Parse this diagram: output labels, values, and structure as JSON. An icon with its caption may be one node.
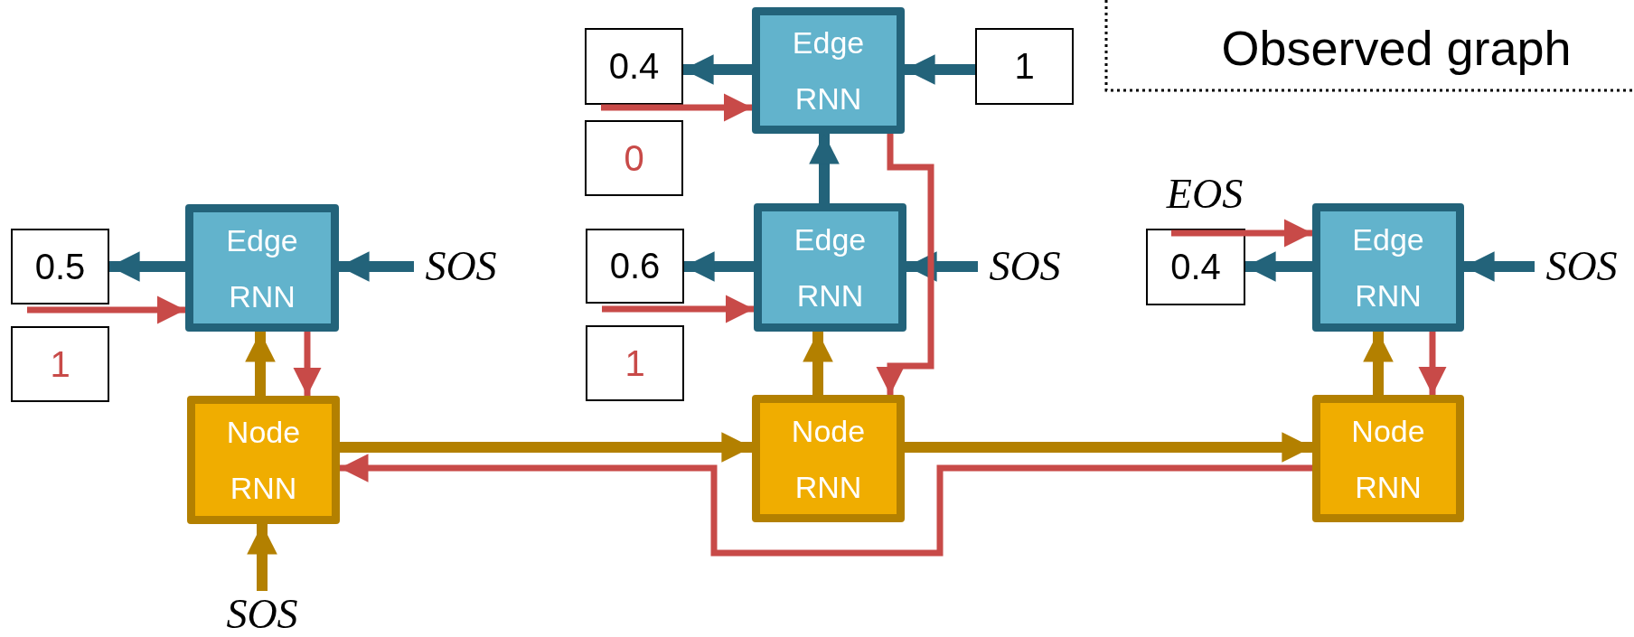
{
  "diagram": {
    "title": "Observed graph",
    "nodes": [
      {
        "text": [
          "Edge RNN"
        ]
      },
      {
        "text": [
          "0.4"
        ]
      },
      {
        "text": [
          "1"
        ]
      },
      {
        "text": [
          "0"
        ]
      },
      {
        "text": [
          "EOS"
        ]
      },
      {
        "text": [
          "Edge RNN"
        ]
      },
      {
        "text": [
          "0.5"
        ]
      },
      {
        "text": [
          "SOS"
        ]
      },
      {
        "text": [
          "0.6"
        ]
      },
      {
        "text": [
          "Edge RNN"
        ]
      },
      {
        "text": [
          "SOS"
        ]
      },
      {
        "text": [
          "0.4"
        ]
      },
      {
        "text": [
          "Edge RNN"
        ]
      },
      {
        "text": [
          "SOS"
        ]
      },
      {
        "text": [
          "1"
        ]
      },
      {
        "text": [
          "1"
        ]
      },
      {
        "text": [
          "Node RNN"
        ]
      },
      {
        "text": [
          "Node RNN"
        ]
      },
      {
        "text": [
          "Node RNN"
        ]
      },
      {
        "text": [
          "SOS"
        ]
      }
    ],
    "edges": [
      {
        "from": 5,
        "to": 6,
        "arrow": "to"
      },
      {
        "from": 7,
        "to": 5,
        "arrow": "to"
      },
      {
        "from": 0,
        "to": 1,
        "arrow": "to"
      },
      {
        "from": 2,
        "to": 0,
        "arrow": "to"
      },
      {
        "from": 9,
        "to": 0,
        "arrow": "to"
      },
      {
        "from": 9,
        "to": 8,
        "arrow": "to"
      },
      {
        "from": 10,
        "to": 9,
        "arrow": "to"
      },
      {
        "from": 12,
        "to": 11,
        "arrow": "to"
      },
      {
        "from": 13,
        "to": 12,
        "arrow": "to"
      },
      {
        "from": 16,
        "to": 5,
        "arrow": "to",
        "color": "#b38000"
      },
      {
        "from": 19,
        "to": 16,
        "arrow": "to",
        "color": "#b38000"
      },
      {
        "from": 17,
        "to": 9,
        "arrow": "to",
        "color": "#b38000"
      },
      {
        "from": 18,
        "to": 12,
        "arrow": "to",
        "color": "#b38000"
      },
      {
        "from": 16,
        "to": 17,
        "arrow": "to",
        "color": "#b38000"
      },
      {
        "from": 17,
        "to": 18,
        "arrow": "to",
        "color": "#b38000"
      },
      {
        "from": 6,
        "to": 5,
        "arrow": "to",
        "color": "#c84a48"
      },
      {
        "from": 5,
        "to": 16,
        "arrow": "to",
        "color": "#c84a48"
      },
      {
        "from": 1,
        "to": 0,
        "arrow": "to",
        "color": "#c84a48"
      },
      {
        "from": 0,
        "to": 17,
        "arrow": "to",
        "color": "#c84a48"
      },
      {
        "from": 8,
        "to": 9,
        "arrow": "to",
        "color": "#c84a48"
      },
      {
        "from": 4,
        "to": 12,
        "arrow": "to",
        "color": "#c84a48"
      },
      {
        "from": 12,
        "to": 18,
        "arrow": "to",
        "color": "#c84a48"
      },
      {
        "from": 18,
        "to": 16,
        "arrow": "to",
        "color": "#c84a48"
      }
    ]
  }
}
